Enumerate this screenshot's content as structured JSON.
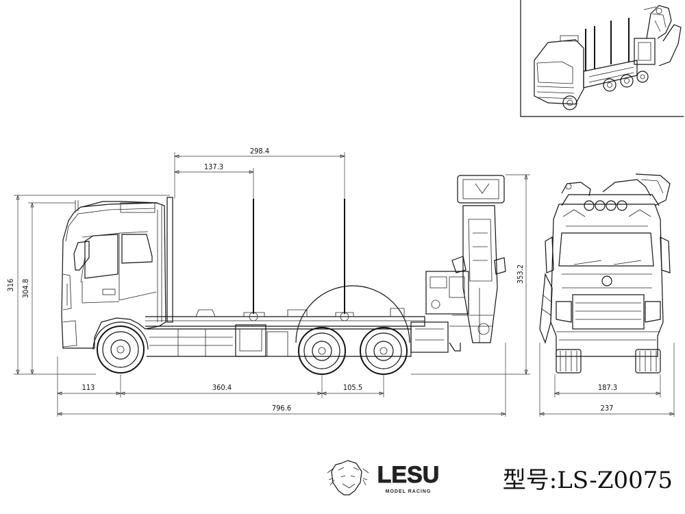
{
  "dimensions": {
    "pole_span": "298.4",
    "pole_to_pole": "137.3",
    "height_total": "316",
    "height_cab": "304.8",
    "height_crane": "353.2",
    "front_overhang": "113",
    "wheelbase": "360.4",
    "axle_spacing": "105.5",
    "length_total": "796.6",
    "track_width": "187.3",
    "width_total": "237"
  },
  "brand": {
    "logo_text": "LESU",
    "logo_subtext": "MODEL RACING",
    "model_label": "型号:LS-Z0075"
  },
  "colors": {
    "line": "#111111",
    "background": "#ffffff"
  }
}
